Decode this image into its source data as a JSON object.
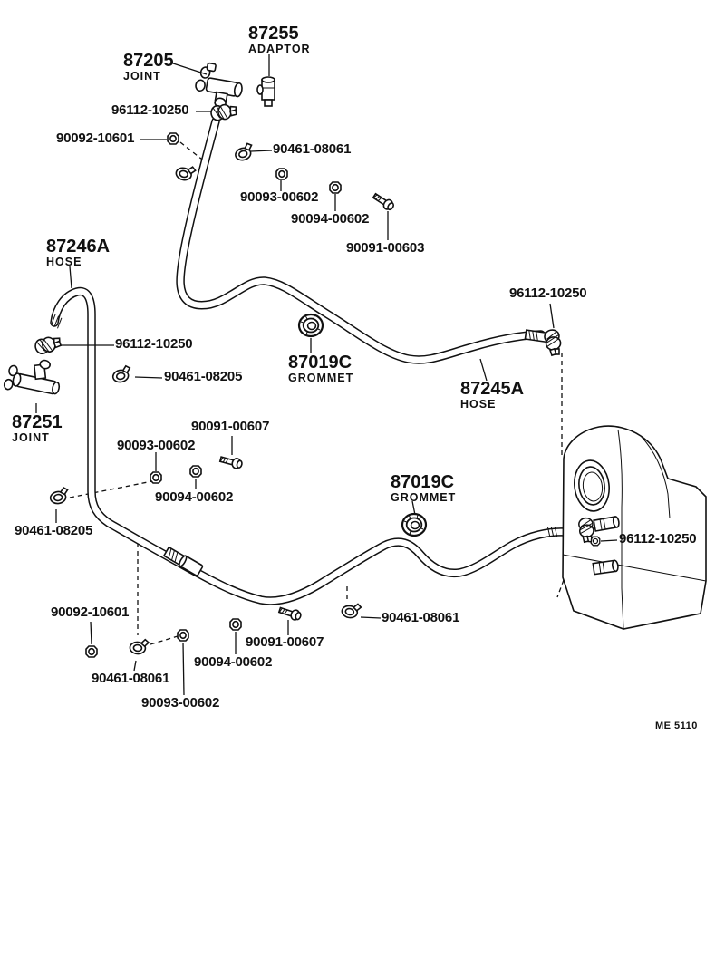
{
  "page": {
    "footer_code": "ME 5110",
    "background": "#ffffff",
    "line_color": "#111111"
  },
  "callouts": {
    "adaptor": {
      "code": "87255",
      "name": "ADAPTOR"
    },
    "joint_top": {
      "code": "87205",
      "name": "JOINT"
    },
    "clamp_96112_top": {
      "code": "96112-10250"
    },
    "nut_90092_top": {
      "code": "90092-10601"
    },
    "clamp_90461_top": {
      "code": "90461-08061"
    },
    "nut_90093_top": {
      "code": "90093-00602"
    },
    "nut_90094_top": {
      "code": "90094-00602"
    },
    "bolt_90091_top": {
      "code": "90091-00603"
    },
    "hose_87246a": {
      "code": "87246A",
      "name": "HOSE"
    },
    "clamp_96112_left": {
      "code": "96112-10250"
    },
    "clamp_90461_08205_upper": {
      "code": "90461-08205"
    },
    "joint_87251": {
      "code": "87251",
      "name": "JOINT"
    },
    "bolt_90091_mid": {
      "code": "90091-00607"
    },
    "nut_90093_mid": {
      "code": "90093-00602"
    },
    "nut_90094_mid": {
      "code": "90094-00602"
    },
    "clamp_90461_08205_lower": {
      "code": "90461-08205"
    },
    "grommet_upper": {
      "code": "87019C",
      "name": "GROMMET"
    },
    "hose_87245a": {
      "code": "87245A",
      "name": "HOSE"
    },
    "clamp_96112_topright": {
      "code": "96112-10250"
    },
    "grommet_lower": {
      "code": "87019C",
      "name": "GROMMET"
    },
    "clamp_96112_right": {
      "code": "96112-10250"
    },
    "nut_90092_bottom": {
      "code": "90092-10601"
    },
    "clamp_90461_bottomright": {
      "code": "90461-08061"
    },
    "bolt_90091_bottom": {
      "code": "90091-00607"
    },
    "nut_90094_bottom": {
      "code": "90094-00602"
    },
    "clamp_90461_bottom": {
      "code": "90461-08061"
    },
    "nut_90093_bottom": {
      "code": "90093-00602"
    }
  }
}
